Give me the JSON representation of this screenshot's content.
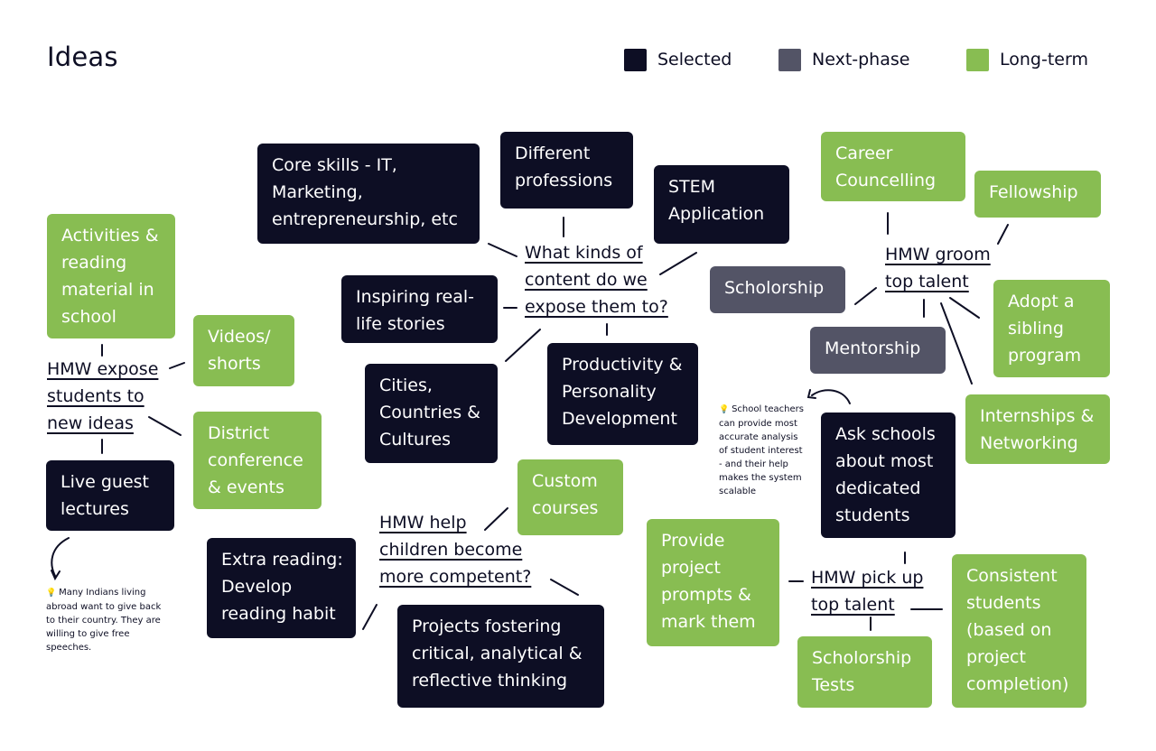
{
  "title": "Ideas",
  "legend": [
    {
      "label": "Selected",
      "color": "#0d0e24"
    },
    {
      "label": "Next-phase",
      "color": "#535466"
    },
    {
      "label": "Long-term",
      "color": "#88bd52"
    }
  ],
  "questions": {
    "expose": "HMW expose\nstudents to\nnew ideas",
    "content": "What kinds of\ncontent do we\nexpose them to?",
    "groom": "HMW groom\ntop talent",
    "competent": "HMW help\nchildren become\nmore competent?",
    "pickup": "HMW pick up\ntop talent"
  },
  "cards": {
    "activities": "Activities &\nreading\nmaterial in\nschool",
    "videos": "Videos/\nshorts",
    "district": "District\nconference\n& events",
    "guest": "Live guest\nlectures",
    "core_skills": "Core skills - IT,\nMarketing,\nentrepreneurship, etc",
    "professions": "Different\nprofessions",
    "stem": "STEM\nApplication",
    "stories": "Inspiring real-\nlife stories",
    "cities": "Cities,\nCountries &\nCultures",
    "productivity": "Productivity &\nPersonality\nDevelopment",
    "career": "Career\nCouncelling",
    "fellowship": "Fellowship",
    "scholorship": "Scholorship",
    "mentorship": "Mentorship",
    "adopt": "Adopt a\nsibling\nprogram",
    "internships": "Internships &\nNetworking",
    "ask_schools": "Ask schools\nabout most\ndedicated\nstudents",
    "custom": "Custom\ncourses",
    "extra_reading": "Extra reading:\nDevelop\nreading habit",
    "projects": "Projects fostering\ncritical, analytical &\nreflective thinking",
    "prompts": "Provide\nproject\nprompts &\nmark them",
    "consistent": "Consistent\nstudents\n(based on\nproject\ncompletion)",
    "tests": "Scholorship\nTests"
  },
  "notes": {
    "indians": "Many Indians living\nabroad want to give back\nto their country. They are\nwilling to give free\nspeeches.",
    "teachers": "School teachers\ncan provide most\naccurate analysis\nof student interest\n- and their help\nmakes the system\nscalable"
  }
}
